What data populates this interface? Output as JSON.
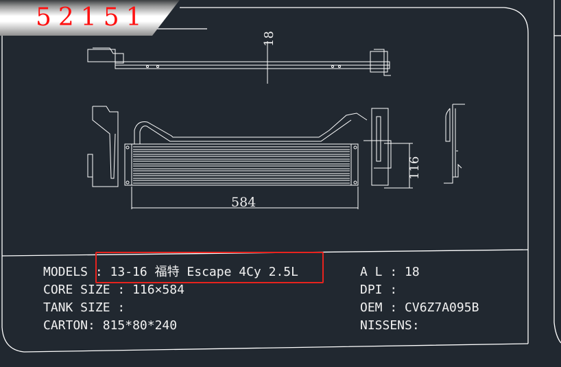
{
  "title": "52151",
  "drawing": {
    "dim_top": "18",
    "dim_height": "116",
    "dim_width": "584"
  },
  "specs_left": [
    {
      "label": "MODELS",
      "sep": " : ",
      "value": "13-16 福特 Escape 4Cy 2.5L"
    },
    {
      "label": "CORE SIZE",
      "sep": " : ",
      "value": "116×584"
    },
    {
      "label": "TANK SIZE",
      "sep": " : ",
      "value": ""
    },
    {
      "label": "CARTON",
      "sep": ": ",
      "value": "815*80*240"
    }
  ],
  "specs_right": [
    {
      "label": "A L",
      "sep": " : ",
      "value": "18"
    },
    {
      "label": "DPI",
      "sep": " : ",
      "value": ""
    },
    {
      "label": "OEM",
      "sep": " : ",
      "value": "CV6Z7A095B"
    },
    {
      "label": "NISSENS",
      "sep": ":",
      "value": ""
    }
  ],
  "colors": {
    "background": "#212830",
    "title": "#ff1010",
    "highlight": "#e8231e",
    "line": "#ffffff"
  }
}
